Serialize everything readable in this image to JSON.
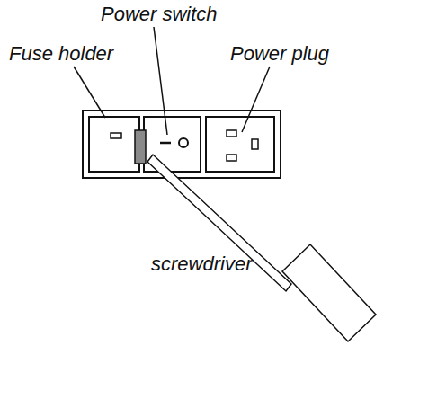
{
  "diagram": {
    "labels": [
      "Power switch",
      "Fuse holder",
      "Power plug",
      "screwdriver"
    ]
  }
}
